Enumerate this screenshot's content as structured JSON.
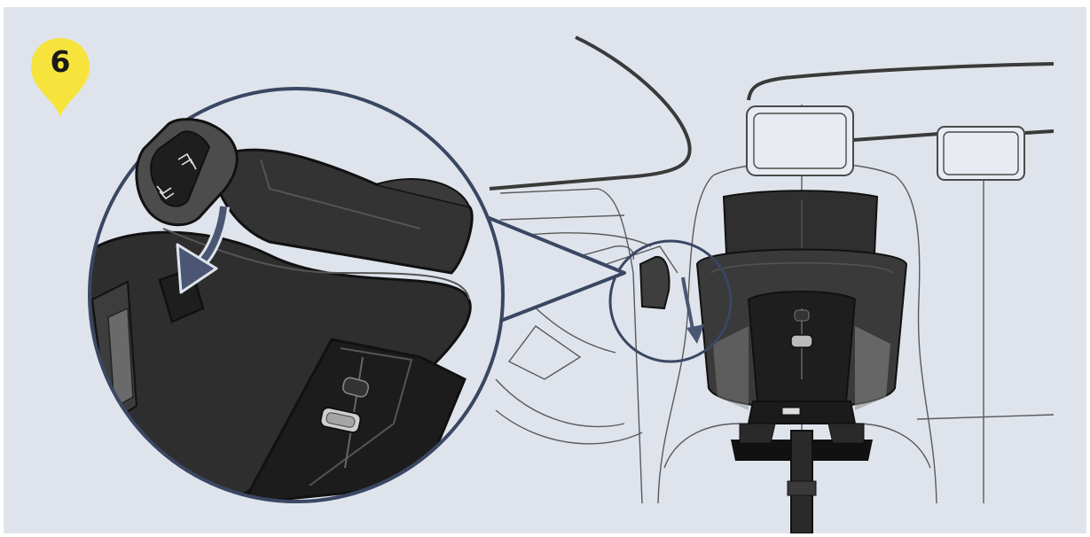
{
  "step": {
    "number": "6"
  },
  "colors": {
    "background": "#dfe4ec",
    "badge": "#f6e43c",
    "outline": "#3a4763",
    "seat_dark": "#2c2c2c",
    "seat_mid": "#3b3b3b",
    "car_line": "#4a4a4a",
    "arrow": "#4a5673"
  },
  "icons": {
    "badge": "yellow-drop-badge",
    "button": "double-chevron-button-icon",
    "arrow": "down-arrow-icon",
    "zoom": "magnifier-circle-callout"
  }
}
